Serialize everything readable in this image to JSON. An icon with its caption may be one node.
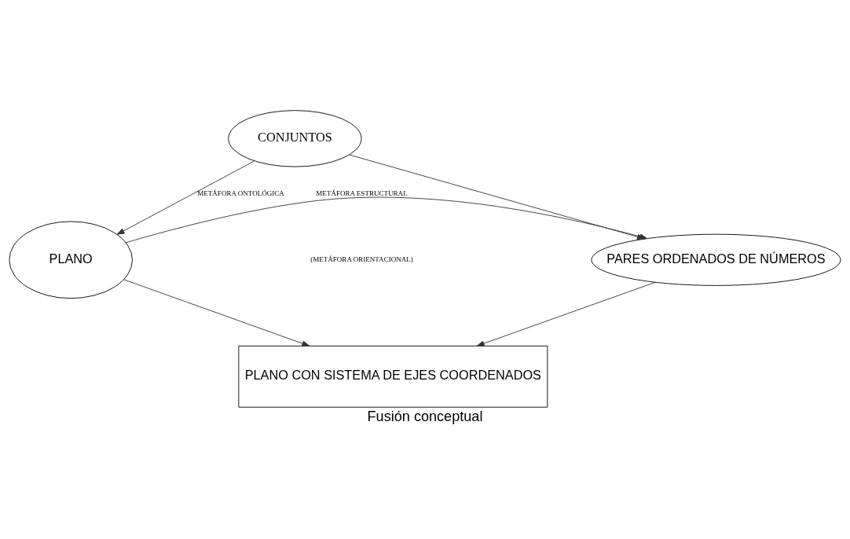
{
  "diagram": {
    "caption": "Fusión conceptual",
    "nodes": [
      {
        "text": [
          "CONJUNTOS"
        ]
      },
      {
        "text": [
          "PLANO"
        ]
      },
      {
        "text": [
          "PARES ORDENADOS DE NÚMEROS"
        ]
      },
      {
        "text": [
          "PLANO CON SISTEMA DE EJES COORDENADOS"
        ]
      }
    ],
    "edges": [
      {
        "from": 0,
        "to": 1,
        "arrow": "to",
        "label": "METÁFORA ONTOLÓGICA"
      },
      {
        "from": 0,
        "to": 2,
        "arrow": "to"
      },
      {
        "from": 1,
        "to": 2,
        "arrow": "to",
        "label": "METÁFORA ESTRUCTURAL"
      },
      {
        "from": 1,
        "to": 3,
        "arrow": "to"
      },
      {
        "from": 2,
        "to": 3,
        "arrow": "to"
      }
    ],
    "labels": [
      "(METÁFORA ORIENTACIONAL)"
    ]
  }
}
